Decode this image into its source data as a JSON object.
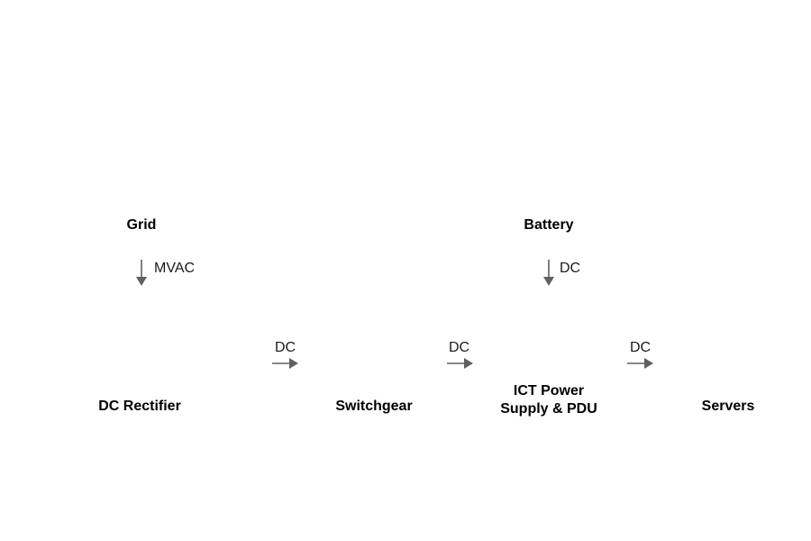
{
  "nodes": {
    "grid": "Grid",
    "battery": "Battery",
    "dc_rectifier": "DC Rectifier",
    "switchgear": "Switchgear",
    "ict_power": [
      "ICT Power",
      "Supply & PDU"
    ],
    "servers": "Servers"
  },
  "edges": {
    "grid_to_rectifier": "MVAC",
    "battery_to_ict": "DC",
    "rectifier_to_switchgear": "DC",
    "switchgear_to_ict": "DC",
    "ict_to_servers": "DC"
  },
  "colors": {
    "arrow": "#606060",
    "text": "#000000"
  }
}
